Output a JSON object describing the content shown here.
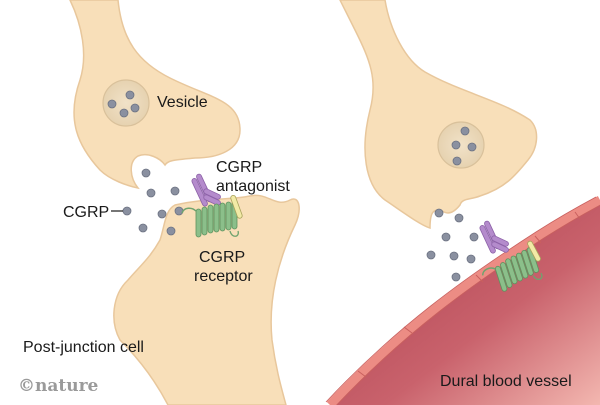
{
  "labels": {
    "vesicle": "Vesicle",
    "cgrp": "CGRP",
    "antagonist_line1": "CGRP",
    "antagonist_line2": "antagonist",
    "receptor_line1": "CGRP",
    "receptor_line2": "receptor",
    "post_junction_cell": "Post-junction cell",
    "dural_blood_vessel": "Dural blood vessel",
    "credit": "©nature"
  },
  "colors": {
    "cell_fill": "#f8dfb9",
    "cell_stroke": "#e8c79c",
    "cgrp_molecule": "#8a90a0",
    "antagonist": "#b48bcc",
    "receptor": "#8bbf8a",
    "receptor_accent": "#f2eaa6",
    "vessel_fill": "#c05a65",
    "vessel_wall": "#ec8c84"
  },
  "panels": [
    {
      "name": "synapse",
      "description": "Neuron releasing CGRP onto post-junction cell receptor"
    },
    {
      "name": "vessel",
      "description": "Neuron releasing CGRP onto dural blood vessel receptor"
    }
  ]
}
